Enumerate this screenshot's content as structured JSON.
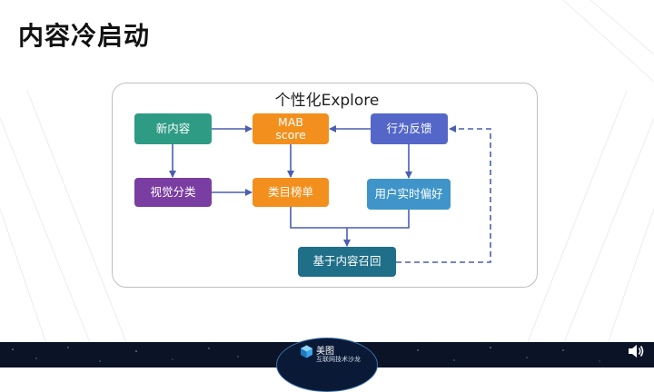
{
  "slide": {
    "title": "内容冷启动"
  },
  "diagram": {
    "frame_title": "个性化Explore",
    "nodes": {
      "new_content": "新内容",
      "mab_line1": "MAB",
      "mab_line2": "score",
      "behavior_feedback": "行为反馈",
      "visual_category": "视觉分类",
      "category_list": "类目榜单",
      "user_realtime_pref": "用户实时偏好",
      "content_recall": "基于内容召回"
    }
  },
  "footer": {
    "logo_line1": "美图",
    "logo_line2": "互联网技术沙龙",
    "speaker_icon": "speaker-icon"
  }
}
